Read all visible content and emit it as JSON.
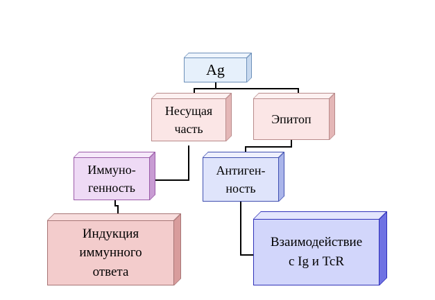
{
  "diagram": {
    "nodes": {
      "ag": {
        "label": "Ag"
      },
      "carrier": {
        "label": "Несущая\nчасть"
      },
      "epitope": {
        "label": "Эпитоп"
      },
      "immunogenicity": {
        "label": "Иммуно-\nгенность"
      },
      "antigenicity": {
        "label": "Антиген-\nность"
      },
      "induction": {
        "label": "Индукция\nиммунного\nответа"
      },
      "interaction": {
        "label": "Взаимодействие\nс Ig и TcR"
      }
    },
    "edges": [
      {
        "from": "ag",
        "to": "carrier"
      },
      {
        "from": "ag",
        "to": "epitope"
      },
      {
        "from": "carrier",
        "to": "immunogenicity"
      },
      {
        "from": "epitope",
        "to": "antigenicity"
      },
      {
        "from": "immunogenicity",
        "to": "induction"
      },
      {
        "from": "antigenicity",
        "to": "interaction"
      }
    ],
    "colors": {
      "ag": "#e6f0fb",
      "carrier": "#fbe6e6",
      "epitope": "#fbe6e6",
      "immunogenicity": "#eedaf5",
      "antigenicity": "#dfe4fb",
      "induction": "#f3cccc",
      "interaction": "#d2d6fb",
      "connector": "#000000"
    }
  }
}
